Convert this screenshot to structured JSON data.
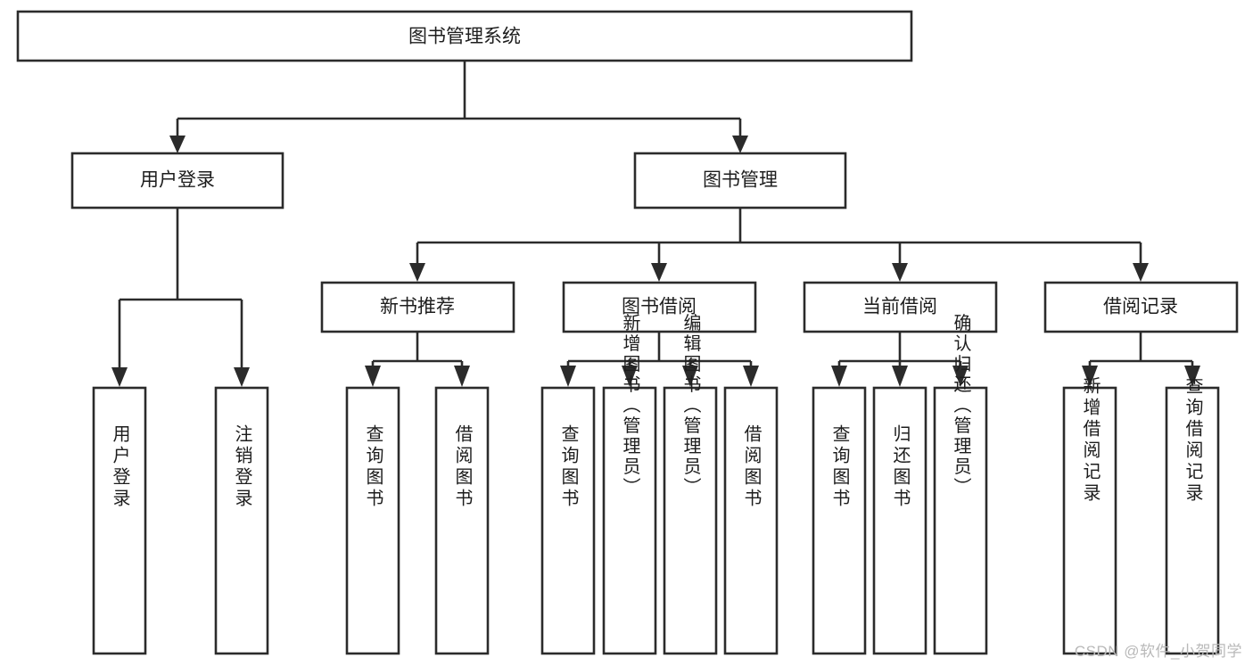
{
  "diagram": {
    "type": "tree-hierarchy",
    "title": "图书管理系统",
    "watermark": "CSDN @软件_小贺同学",
    "colors": {
      "stroke": "#2b2b2b",
      "fill": "#ffffff",
      "text": "#1d1d1d",
      "watermark": "#b9b9b9",
      "background": "#ffffff"
    },
    "levels": {
      "root": {
        "label": "图书管理系统",
        "orientation": "horizontal"
      },
      "level2": [
        {
          "label": "用户登录",
          "orientation": "horizontal"
        },
        {
          "label": "图书管理",
          "orientation": "horizontal"
        }
      ],
      "level3": [
        {
          "label": "新书推荐",
          "orientation": "horizontal"
        },
        {
          "label": "图书借阅",
          "orientation": "horizontal"
        },
        {
          "label": "当前借阅",
          "orientation": "horizontal"
        },
        {
          "label": "借阅记录",
          "orientation": "horizontal"
        }
      ],
      "leaves": {
        "user_login": [
          {
            "label": "用户登录",
            "orientation": "vertical"
          },
          {
            "label": "注销登录",
            "orientation": "vertical"
          }
        ],
        "new_book_recommend": [
          {
            "label": "查询图书",
            "orientation": "vertical"
          },
          {
            "label": "借阅图书",
            "orientation": "vertical"
          }
        ],
        "book_borrow": [
          {
            "label": "查询图书",
            "orientation": "vertical"
          },
          {
            "label": "新增图书（管理员）",
            "orientation": "vertical"
          },
          {
            "label": "编辑图书（管理员）",
            "orientation": "vertical"
          },
          {
            "label": "借阅图书",
            "orientation": "vertical"
          }
        ],
        "current_borrow": [
          {
            "label": "查询图书",
            "orientation": "vertical"
          },
          {
            "label": "归还图书",
            "orientation": "vertical"
          },
          {
            "label": "确认归还（管理员）",
            "orientation": "vertical"
          }
        ],
        "borrow_record": [
          {
            "label": "新增借阅记录",
            "orientation": "vertical"
          },
          {
            "label": "查询借阅记录",
            "orientation": "vertical"
          }
        ]
      }
    }
  }
}
